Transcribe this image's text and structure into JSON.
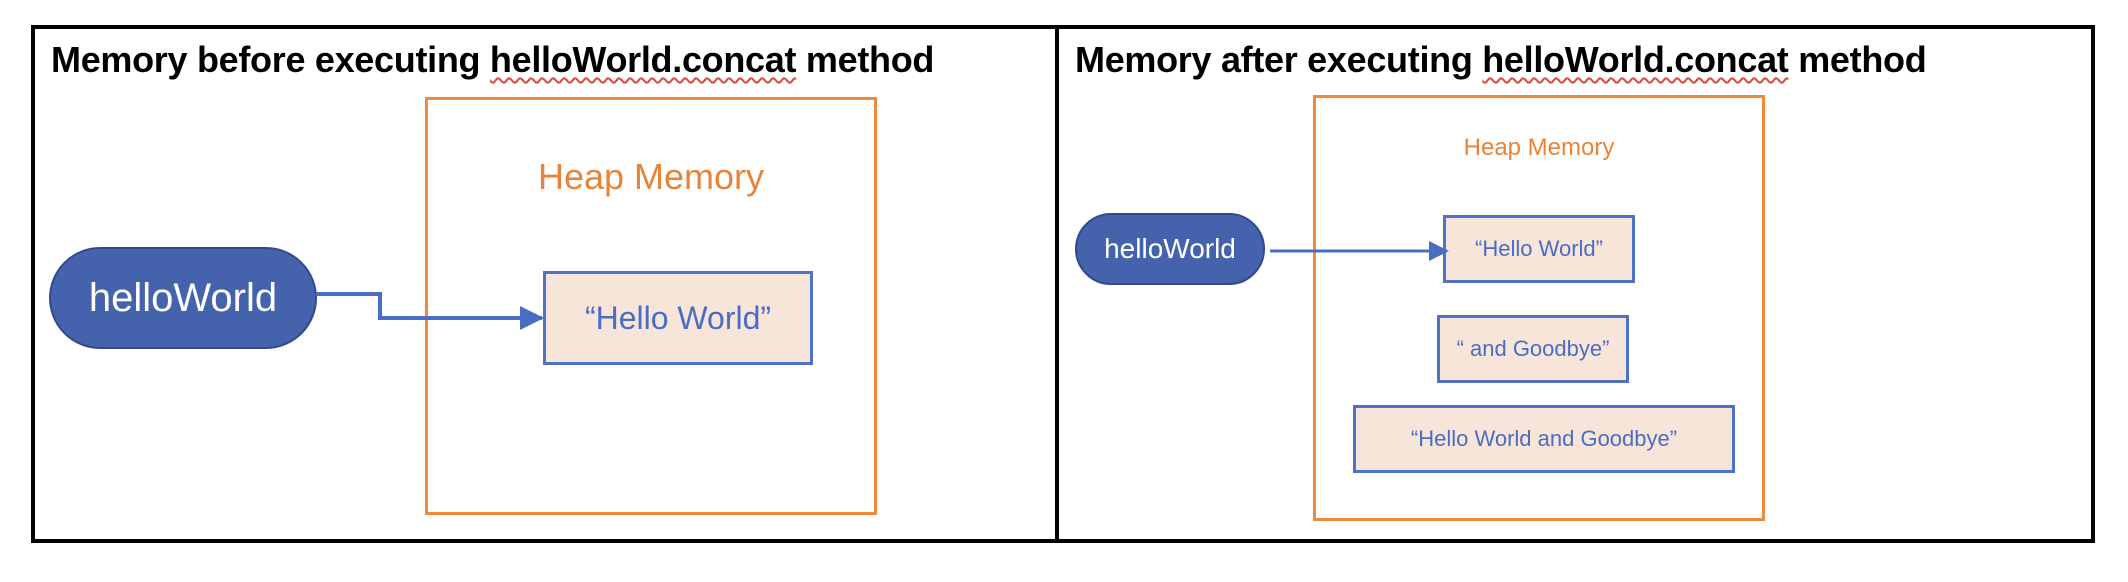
{
  "left_panel": {
    "title_prefix": "Memory before executing ",
    "title_highlight": "helloWorld.concat",
    "title_suffix": " method",
    "heap_label": "Heap Memory",
    "variable": "helloWorld",
    "strings": [
      "“Hello World”"
    ]
  },
  "right_panel": {
    "title_prefix": "Memory after executing ",
    "title_highlight": "helloWorld.concat",
    "title_suffix": " method",
    "heap_label": "Heap Memory",
    "variable": "helloWorld",
    "strings": [
      "“Hello World”",
      "“ and Goodbye”",
      "“Hello World and Goodbye”"
    ]
  },
  "colors": {
    "heap_border": "#ed8a3c",
    "heap_label": "#e8843a",
    "variable_fill": "#4563ac",
    "string_fill": "#f8e5d9",
    "string_border": "#4f72c9",
    "arrow": "#4a6dc4"
  }
}
